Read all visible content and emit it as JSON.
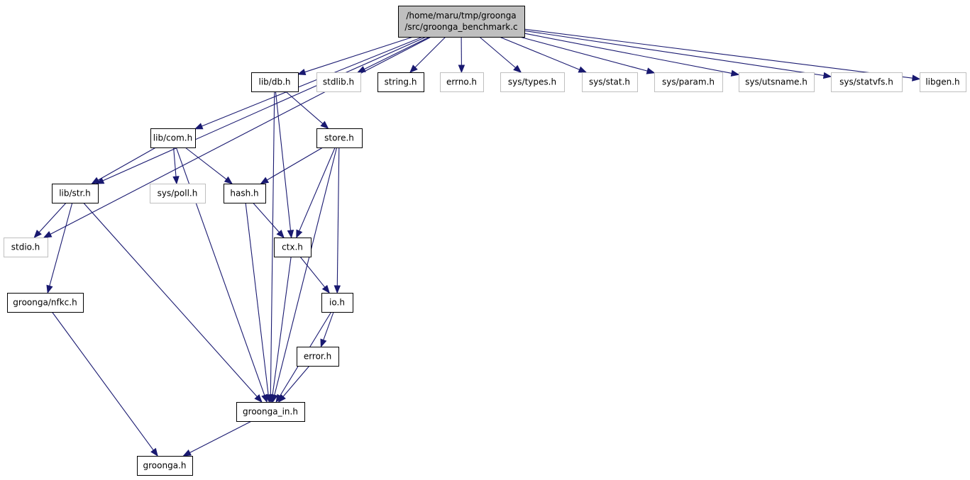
{
  "diagram": {
    "type": "include-dependency-graph",
    "colors": {
      "edge": "#191970",
      "local_border": "#000000",
      "system_border": "#bfbfbf",
      "root_fill": "#bfbfbf"
    },
    "nodes": [
      {
        "id": "root",
        "lines": [
          "/home/maru/tmp/groonga",
          "/src/groonga_benchmark.c"
        ],
        "kind": "root"
      },
      {
        "id": "db",
        "lines": [
          "lib/db.h"
        ],
        "kind": "local"
      },
      {
        "id": "stdlib",
        "lines": [
          "stdlib.h"
        ],
        "kind": "system"
      },
      {
        "id": "string",
        "lines": [
          "string.h"
        ],
        "kind": "local"
      },
      {
        "id": "errno",
        "lines": [
          "errno.h"
        ],
        "kind": "system"
      },
      {
        "id": "systypes",
        "lines": [
          "sys/types.h"
        ],
        "kind": "system"
      },
      {
        "id": "sysstat",
        "lines": [
          "sys/stat.h"
        ],
        "kind": "system"
      },
      {
        "id": "sysparam",
        "lines": [
          "sys/param.h"
        ],
        "kind": "system"
      },
      {
        "id": "sysutsname",
        "lines": [
          "sys/utsname.h"
        ],
        "kind": "system"
      },
      {
        "id": "sysstatvfs",
        "lines": [
          "sys/statvfs.h"
        ],
        "kind": "system"
      },
      {
        "id": "libgen",
        "lines": [
          "libgen.h"
        ],
        "kind": "system"
      },
      {
        "id": "com",
        "lines": [
          "lib/com.h"
        ],
        "kind": "local"
      },
      {
        "id": "store",
        "lines": [
          "store.h"
        ],
        "kind": "local"
      },
      {
        "id": "str",
        "lines": [
          "lib/str.h"
        ],
        "kind": "local"
      },
      {
        "id": "syspoll",
        "lines": [
          "sys/poll.h"
        ],
        "kind": "system"
      },
      {
        "id": "hash",
        "lines": [
          "hash.h"
        ],
        "kind": "local"
      },
      {
        "id": "stdio",
        "lines": [
          "stdio.h"
        ],
        "kind": "system"
      },
      {
        "id": "ctx",
        "lines": [
          "ctx.h"
        ],
        "kind": "local"
      },
      {
        "id": "nfkc",
        "lines": [
          "groonga/nfkc.h"
        ],
        "kind": "local"
      },
      {
        "id": "io",
        "lines": [
          "io.h"
        ],
        "kind": "local"
      },
      {
        "id": "error",
        "lines": [
          "error.h"
        ],
        "kind": "local"
      },
      {
        "id": "groonga_in",
        "lines": [
          "groonga_in.h"
        ],
        "kind": "local"
      },
      {
        "id": "groonga",
        "lines": [
          "groonga.h"
        ],
        "kind": "local"
      }
    ],
    "edges": [
      [
        "root",
        "db"
      ],
      [
        "root",
        "stdlib"
      ],
      [
        "root",
        "string"
      ],
      [
        "root",
        "errno"
      ],
      [
        "root",
        "systypes"
      ],
      [
        "root",
        "sysstat"
      ],
      [
        "root",
        "sysparam"
      ],
      [
        "root",
        "sysutsname"
      ],
      [
        "root",
        "sysstatvfs"
      ],
      [
        "root",
        "libgen"
      ],
      [
        "root",
        "com"
      ],
      [
        "root",
        "str"
      ],
      [
        "root",
        "stdio"
      ],
      [
        "db",
        "store"
      ],
      [
        "db",
        "ctx"
      ],
      [
        "db",
        "groonga_in"
      ],
      [
        "com",
        "str"
      ],
      [
        "com",
        "syspoll"
      ],
      [
        "com",
        "hash"
      ],
      [
        "com",
        "groonga_in"
      ],
      [
        "store",
        "hash"
      ],
      [
        "store",
        "ctx"
      ],
      [
        "store",
        "io"
      ],
      [
        "store",
        "groonga_in"
      ],
      [
        "str",
        "stdio"
      ],
      [
        "str",
        "nfkc"
      ],
      [
        "str",
        "groonga_in"
      ],
      [
        "hash",
        "ctx"
      ],
      [
        "hash",
        "groonga_in"
      ],
      [
        "ctx",
        "io"
      ],
      [
        "ctx",
        "groonga_in"
      ],
      [
        "io",
        "error"
      ],
      [
        "io",
        "groonga_in"
      ],
      [
        "error",
        "groonga_in"
      ],
      [
        "nfkc",
        "groonga"
      ],
      [
        "groonga_in",
        "groonga"
      ]
    ]
  }
}
